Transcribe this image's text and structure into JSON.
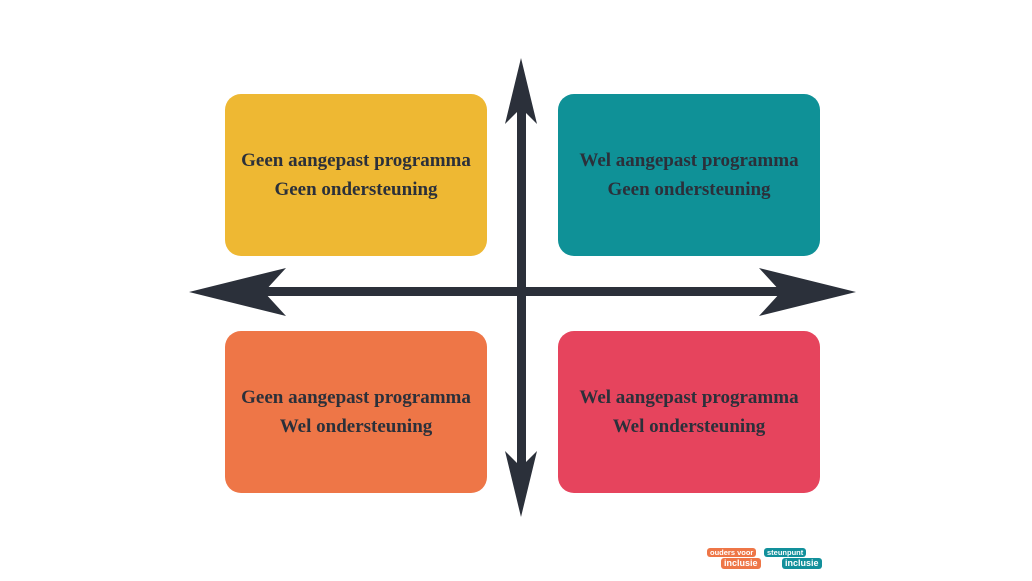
{
  "quadrants": {
    "top_left": {
      "line1": "Geen aangepast programma",
      "line2": "Geen ondersteuning",
      "color": "#eeb833"
    },
    "top_right": {
      "line1": "Wel aangepast programma",
      "line2": "Geen ondersteuning",
      "color": "#0f9197"
    },
    "bottom_left": {
      "line1": "Geen aangepast programma",
      "line2": "Wel ondersteuning",
      "color": "#ee7647"
    },
    "bottom_right": {
      "line1": "Wel aangepast programma",
      "line2": "Wel ondersteuning",
      "color": "#e6445d"
    }
  },
  "axis_color": "#2b303a",
  "logos": {
    "left": {
      "line1": "ouders voor",
      "line2": "inclusie",
      "color": "#ee7647"
    },
    "right": {
      "line1": "steunpunt",
      "line2": "inclusie",
      "color": "#12909b"
    }
  }
}
